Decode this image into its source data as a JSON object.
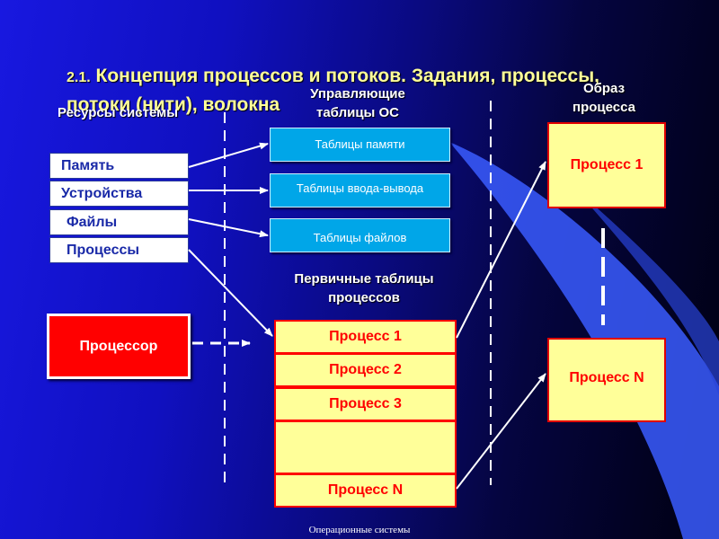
{
  "title": {
    "number": "2.1.",
    "text": "Концепция процессов и потоков. Задания, процессы, потоки (нити), волокна"
  },
  "headers": {
    "resources": "Ресурсы системы",
    "control_tables": "Управляющие таблицы ОС",
    "process_image": "Образ процесса",
    "primary_tables": "Первичные таблицы процессов"
  },
  "resources": [
    "Память",
    "Устройства",
    "Файлы",
    "Процессы"
  ],
  "os_tables": [
    "Таблицы памяти",
    "Таблицы ввода-вывода",
    "Таблицы файлов"
  ],
  "process_table": [
    "Процесс 1",
    "Процесс 2",
    "Процесс 3",
    "",
    "Процесс N"
  ],
  "processor": "Процессор",
  "process_images": [
    "Процесс 1",
    "Процесс N"
  ],
  "footer": "Операционные системы",
  "colors": {
    "title": "#ffff99",
    "resource_text": "#1a2aa8",
    "os_table_fill": "#00a6e8",
    "process_fill": "#ffff99",
    "process_text": "#ff0000",
    "processor_fill": "#ff0000"
  }
}
